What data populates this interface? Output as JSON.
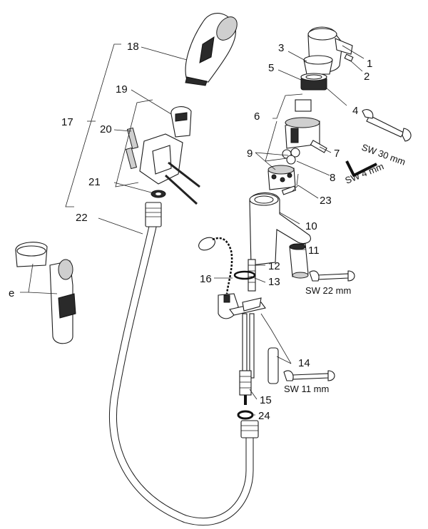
{
  "labels": {
    "l1": "1",
    "l2": "2",
    "l3": "3",
    "l4": "4",
    "l5": "5",
    "l6": "6",
    "l7": "7",
    "l8": "8",
    "l9": "9",
    "l10": "10",
    "l11": "11",
    "l12": "12",
    "l13": "13",
    "l14": "14",
    "l15": "15",
    "l16": "16",
    "l17": "17",
    "l18": "18",
    "l19": "19",
    "l20": "20",
    "l21": "21",
    "l22": "22",
    "l23": "23",
    "l24": "24",
    "le": "e"
  },
  "tools": {
    "sw30": "SW 30 mm",
    "sw4": "SW 4 mm",
    "sw22": "SW 22 mm",
    "sw11": "SW 11 mm"
  }
}
